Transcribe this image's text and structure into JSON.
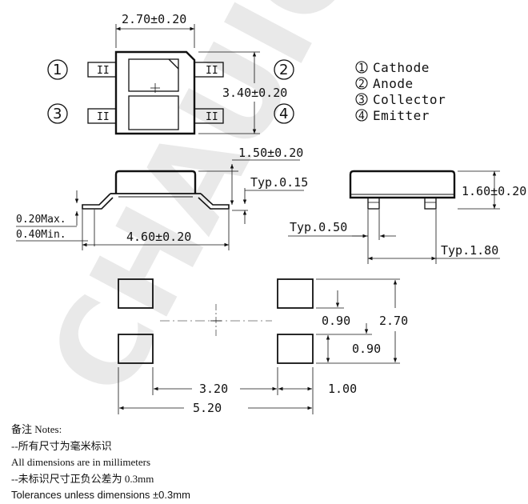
{
  "watermark": "CHAUIGIT",
  "dims": {
    "top_width": "2.70±0.20",
    "body_height": "3.40±0.20",
    "lead_height": "1.50±0.20",
    "typ_015": "Typ.0.15",
    "side_height": "1.60±0.20",
    "lead_max": "0.20Max.",
    "lead_min": "0.40Min.",
    "total_length": "4.60±0.20",
    "typ_050": "Typ.0.50",
    "typ_180": "Typ.1.80",
    "pad_090_a": "0.90",
    "pad_270": "2.70",
    "pad_090_b": "0.90",
    "pad_320": "3.20",
    "pad_100": "1.00",
    "pad_520": "5.20"
  },
  "pins": {
    "p1": "1",
    "p2": "2",
    "p3": "3",
    "p4": "4",
    "lead_mark": "II"
  },
  "legend": {
    "l1": "Cathode",
    "l2": "Anode",
    "l3": "Collector",
    "l4": "Emitter"
  },
  "notes": {
    "line1": "备注 Notes:",
    "line2": "--所有尺寸为毫米标识",
    "line3": "All dimensions are in millimeters",
    "line4": "--未标识尺寸正负公差为 0.3mm",
    "line5": "Tolerances unless dimensions ±0.3mm"
  }
}
